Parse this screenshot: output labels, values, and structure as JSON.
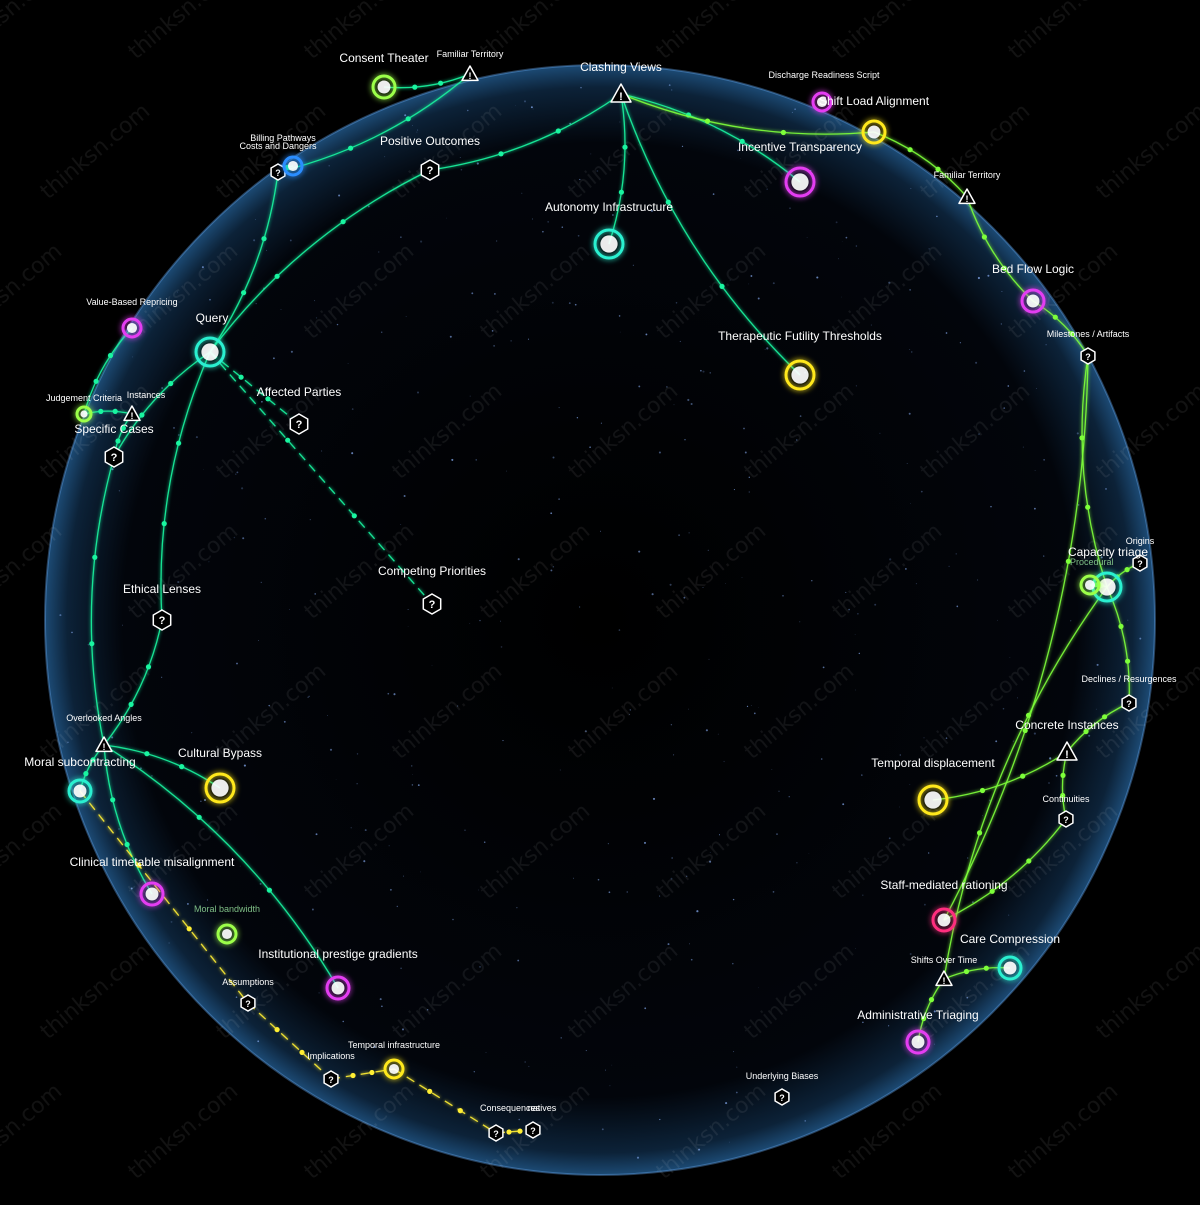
{
  "graph": {
    "colors": {
      "edge_cyan": "#19f5a0",
      "edge_lime": "#7dff3a",
      "edge_yellow": "#ffee33",
      "sphere_rim": "#6fb4ff",
      "node_magenta": "#e43cf2",
      "node_yellow": "#ffe81a",
      "node_cyan": "#2af0d0",
      "node_lime": "#9cff4a",
      "node_pink": "#ff2e7e",
      "node_blue": "#2b8dff"
    },
    "nodes": [
      {
        "id": "query",
        "label": "Query",
        "type": "node",
        "color": "cyan",
        "size": "lg"
      },
      {
        "id": "clashing",
        "label": "Clashing Views",
        "type": "warn",
        "size": "md"
      },
      {
        "id": "autonomy",
        "label": "Autonomy Infrastructure",
        "type": "node",
        "color": "cyan",
        "size": "lg"
      },
      {
        "id": "futility",
        "label": "Therapeutic Futility Thresholds",
        "type": "node",
        "color": "yellow",
        "size": "lg"
      },
      {
        "id": "incentive",
        "label": "Incentive Transparency",
        "type": "node",
        "color": "magenta",
        "size": "lg"
      },
      {
        "id": "positive",
        "label": "Positive Outcomes",
        "type": "hex",
        "size": "md"
      },
      {
        "id": "costs",
        "label": "Costs and Dangers",
        "type": "hex",
        "size": "sm"
      },
      {
        "id": "billing",
        "label": "Billing Pathways",
        "type": "node",
        "color": "blue",
        "size": "sm"
      },
      {
        "id": "consent",
        "label": "Consent Theater",
        "type": "node",
        "color": "lime",
        "size": "md"
      },
      {
        "id": "familiar1",
        "label": "Familiar Territory",
        "type": "warn",
        "size": "sm"
      },
      {
        "id": "discharge",
        "label": "Discharge Readiness Script",
        "type": "node",
        "color": "magenta",
        "size": "sm"
      },
      {
        "id": "shiftload",
        "label": "Shift Load Alignment",
        "type": "node",
        "color": "yellow",
        "size": "md"
      },
      {
        "id": "familiar2",
        "label": "Familiar Territory",
        "type": "warn",
        "size": "sm"
      },
      {
        "id": "bedflow",
        "label": "Bed Flow Logic",
        "type": "node",
        "color": "magenta",
        "size": "md"
      },
      {
        "id": "milestones",
        "label": "Milestones / Artifacts",
        "type": "hex",
        "size": "sm"
      },
      {
        "id": "valuebased",
        "label": "Value-Based Repricing",
        "type": "node",
        "color": "magenta",
        "size": "sm"
      },
      {
        "id": "judgement",
        "label": "Judgement Criteria",
        "type": "node",
        "color": "lime",
        "size": "xs"
      },
      {
        "id": "instances",
        "label": "Instances",
        "type": "warn",
        "size": "sm"
      },
      {
        "id": "specific",
        "label": "Specific Cases",
        "type": "hex",
        "size": "md"
      },
      {
        "id": "affected",
        "label": "Affected Parties",
        "type": "hex",
        "size": "md"
      },
      {
        "id": "competing",
        "label": "Competing Priorities",
        "type": "hex",
        "size": "md"
      },
      {
        "id": "ethical",
        "label": "Ethical Lenses",
        "type": "hex",
        "size": "md"
      },
      {
        "id": "overlooked",
        "label": "Overlooked Angles",
        "type": "warn",
        "size": "sm"
      },
      {
        "id": "moralsub",
        "label": "Moral subcontracting",
        "type": "node",
        "color": "cyan",
        "size": "md"
      },
      {
        "id": "cultural",
        "label": "Cultural Bypass",
        "type": "node",
        "color": "yellow",
        "size": "lg"
      },
      {
        "id": "clinical",
        "label": "Clinical timetable misalignment",
        "type": "node",
        "color": "magenta",
        "size": "md"
      },
      {
        "id": "moralband",
        "label": "Moral bandwidth",
        "type": "node",
        "color": "lime",
        "size": "sm"
      },
      {
        "id": "prestige",
        "label": "Institutional prestige gradients",
        "type": "node",
        "color": "magenta",
        "size": "md"
      },
      {
        "id": "assumptions",
        "label": "Assumptions",
        "type": "hex",
        "size": "sm"
      },
      {
        "id": "implications",
        "label": "Implications",
        "type": "hex",
        "size": "sm"
      },
      {
        "id": "temporalinfra",
        "label": "Temporal infrastructure",
        "type": "node",
        "color": "yellow",
        "size": "sm"
      },
      {
        "id": "consequences",
        "label": "Consequences",
        "type": "hex",
        "size": "sm"
      },
      {
        "id": "natives",
        "label": "natives",
        "type": "hex",
        "size": "sm"
      },
      {
        "id": "underlying",
        "label": "Underlying Biases",
        "type": "hex",
        "size": "sm"
      },
      {
        "id": "origins",
        "label": "Origins",
        "type": "hex",
        "size": "sm"
      },
      {
        "id": "capacity",
        "label": "Capacity triage",
        "type": "node",
        "color": "cyan",
        "size": "lg"
      },
      {
        "id": "proc",
        "label": "Procedural",
        "type": "node",
        "color": "lime",
        "size": "sm"
      },
      {
        "id": "declines",
        "label": "Declines / Resurgences",
        "type": "hex",
        "size": "sm"
      },
      {
        "id": "concrete",
        "label": "Concrete Instances",
        "type": "warn",
        "size": "md"
      },
      {
        "id": "temporal",
        "label": "Temporal displacement",
        "type": "node",
        "color": "yellow",
        "size": "lg"
      },
      {
        "id": "continuities",
        "label": "Continuities",
        "type": "hex",
        "size": "sm"
      },
      {
        "id": "staff",
        "label": "Staff-mediated rationing",
        "type": "node",
        "color": "pink",
        "size": "md"
      },
      {
        "id": "carecomp",
        "label": "Care Compression",
        "type": "node",
        "color": "cyan",
        "size": "md"
      },
      {
        "id": "shifts",
        "label": "Shifts Over Time",
        "type": "warn",
        "size": "sm"
      },
      {
        "id": "admin",
        "label": "Administrative Triaging",
        "type": "node",
        "color": "magenta",
        "size": "md"
      }
    ],
    "edges": [
      {
        "from": "query",
        "to": "positive",
        "color": "cyan"
      },
      {
        "from": "positive",
        "to": "clashing",
        "color": "cyan"
      },
      {
        "from": "clashing",
        "to": "autonomy",
        "color": "cyan"
      },
      {
        "from": "clashing",
        "to": "futility",
        "color": "cyan"
      },
      {
        "from": "clashing",
        "to": "incentive",
        "color": "cyan"
      },
      {
        "from": "query",
        "to": "costs",
        "color": "cyan"
      },
      {
        "from": "costs",
        "to": "billing",
        "color": "cyan"
      },
      {
        "from": "costs",
        "to": "familiar1",
        "color": "cyan"
      },
      {
        "from": "familiar1",
        "to": "consent",
        "color": "cyan"
      },
      {
        "from": "query",
        "to": "affected",
        "color": "cyan",
        "dashed": true
      },
      {
        "from": "query",
        "to": "competing",
        "color": "cyan",
        "dashed": true
      },
      {
        "from": "query",
        "to": "specific",
        "color": "cyan"
      },
      {
        "from": "specific",
        "to": "instances",
        "color": "cyan"
      },
      {
        "from": "instances",
        "to": "judgement",
        "color": "cyan"
      },
      {
        "from": "judgement",
        "to": "valuebased",
        "color": "cyan"
      },
      {
        "from": "query",
        "to": "ethical",
        "color": "cyan"
      },
      {
        "from": "ethical",
        "to": "overlooked",
        "color": "cyan"
      },
      {
        "from": "overlooked",
        "to": "moralsub",
        "color": "cyan"
      },
      {
        "from": "overlooked",
        "to": "cultural",
        "color": "cyan"
      },
      {
        "from": "overlooked",
        "to": "clinical",
        "color": "cyan"
      },
      {
        "from": "overlooked",
        "to": "prestige",
        "color": "cyan"
      },
      {
        "from": "specific",
        "to": "overlooked",
        "color": "cyan"
      },
      {
        "from": "moralsub",
        "to": "assumptions",
        "color": "yellow",
        "dashed": true
      },
      {
        "from": "assumptions",
        "to": "implications",
        "color": "yellow",
        "dashed": true
      },
      {
        "from": "implications",
        "to": "temporalinfra",
        "color": "yellow",
        "dashed": true
      },
      {
        "from": "temporalinfra",
        "to": "consequences",
        "color": "yellow",
        "dashed": true
      },
      {
        "from": "consequences",
        "to": "natives",
        "color": "yellow",
        "dashed": true
      },
      {
        "from": "clashing",
        "to": "shiftload",
        "color": "lime"
      },
      {
        "from": "shiftload",
        "to": "familiar2",
        "color": "lime"
      },
      {
        "from": "familiar2",
        "to": "bedflow",
        "color": "lime"
      },
      {
        "from": "bedflow",
        "to": "milestones",
        "color": "lime"
      },
      {
        "from": "milestones",
        "to": "capacity",
        "color": "lime"
      },
      {
        "from": "capacity",
        "to": "origins",
        "color": "lime"
      },
      {
        "from": "capacity",
        "to": "proc",
        "color": "lime"
      },
      {
        "from": "capacity",
        "to": "declines",
        "color": "lime"
      },
      {
        "from": "declines",
        "to": "concrete",
        "color": "lime"
      },
      {
        "from": "concrete",
        "to": "temporal",
        "color": "lime"
      },
      {
        "from": "concrete",
        "to": "continuities",
        "color": "lime"
      },
      {
        "from": "continuities",
        "to": "staff",
        "color": "lime"
      },
      {
        "from": "capacity",
        "to": "shifts",
        "color": "lime"
      },
      {
        "from": "shifts",
        "to": "carecomp",
        "color": "lime"
      },
      {
        "from": "shifts",
        "to": "admin",
        "color": "lime"
      },
      {
        "from": "milestones",
        "to": "staff",
        "color": "lime"
      }
    ],
    "watermark": "thinksn.com"
  }
}
